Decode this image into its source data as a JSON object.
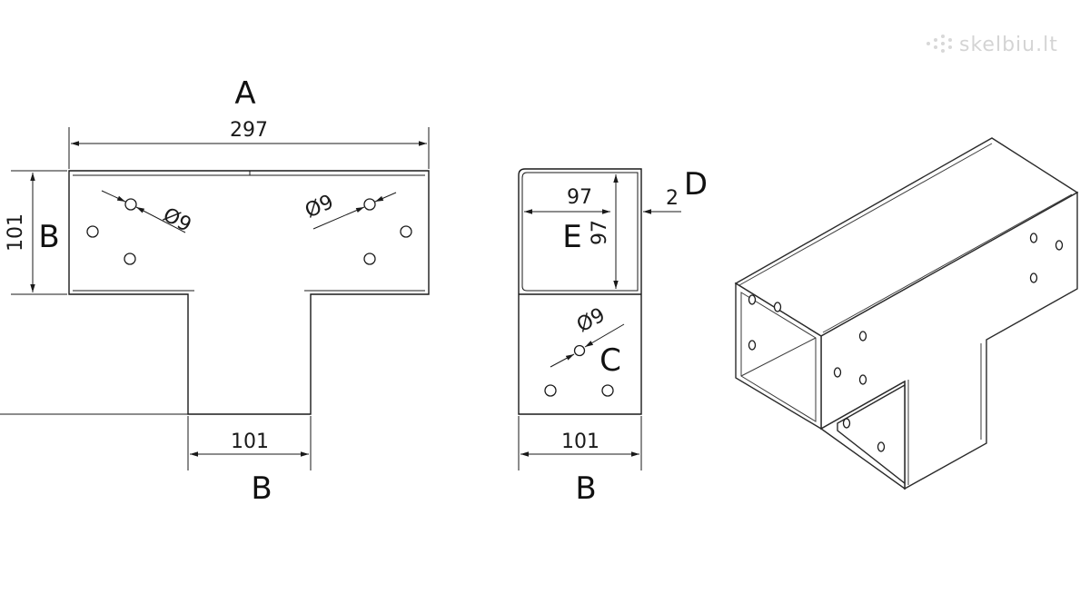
{
  "watermark": "skelbiu.lt",
  "front_view": {
    "letter_top": "A",
    "dim_overall_width": "297",
    "letter_left": "B",
    "dim_height": "101",
    "hole_label_left": "Ø9",
    "hole_label_right": "Ø9",
    "dim_leg_width": "101",
    "letter_bottom": "B"
  },
  "side_view": {
    "dim_inner_width": "97",
    "letter_thickness": "D",
    "dim_thickness": "2",
    "letter_inner": "E",
    "dim_inner_height": "97",
    "hole_label": "Ø9",
    "letter_hole": "C",
    "dim_width": "101",
    "letter_bottom": "B"
  },
  "iso_view": {}
}
